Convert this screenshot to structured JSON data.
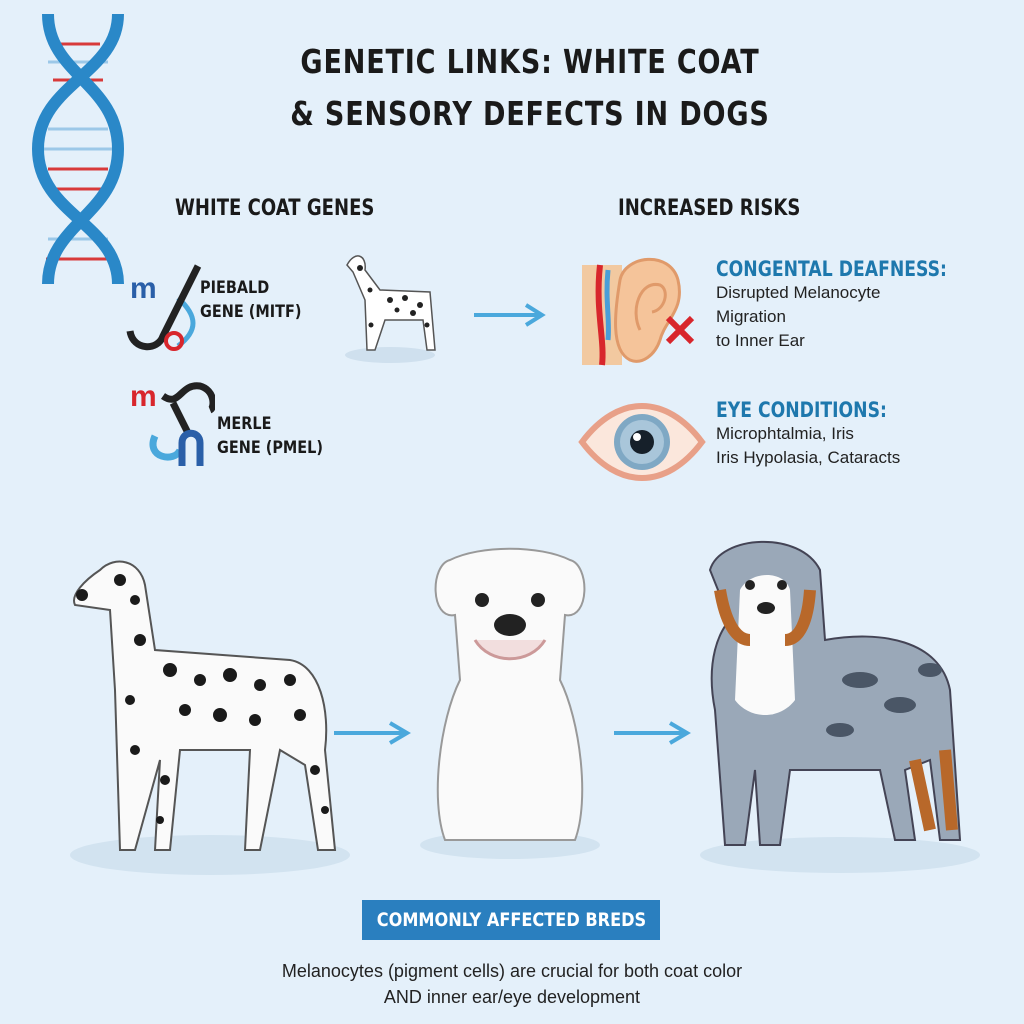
{
  "title": {
    "line1": "GENETIC LINKS: WHITE COAT",
    "line2": "& SENSORY DEFECTS IN DOGS"
  },
  "genes": {
    "heading": "WHITE COAT GENES",
    "items": [
      {
        "line1": "PIEBALD",
        "line2": "GENE (MITF)"
      },
      {
        "line1": "MERLE",
        "line2": "GENE (PMEL)"
      }
    ]
  },
  "risks": {
    "heading": "INCREASED RISKS",
    "items": [
      {
        "title": "CONGENTAL DEAFNESS:",
        "lines": [
          "Disrupted Melanocyte",
          "Migration",
          "to Inner Ear"
        ]
      },
      {
        "title": "EYE CONDITIONS:",
        "lines": [
          "Microphtalmia, Iris",
          "Iris Hypolasia, Cataracts"
        ]
      }
    ]
  },
  "banner": "COMMONLY AFFECTED BREDS",
  "footer": {
    "line1": "Melanocytes (pigment cells) are crucial for both coat color",
    "line2": "AND inner ear/eye development"
  },
  "colors": {
    "background": "#e4f0fa",
    "accent": "#1e78ad",
    "banner": "#2a7fbf",
    "arrow": "#4aa8dc",
    "red": "#d8262c"
  }
}
